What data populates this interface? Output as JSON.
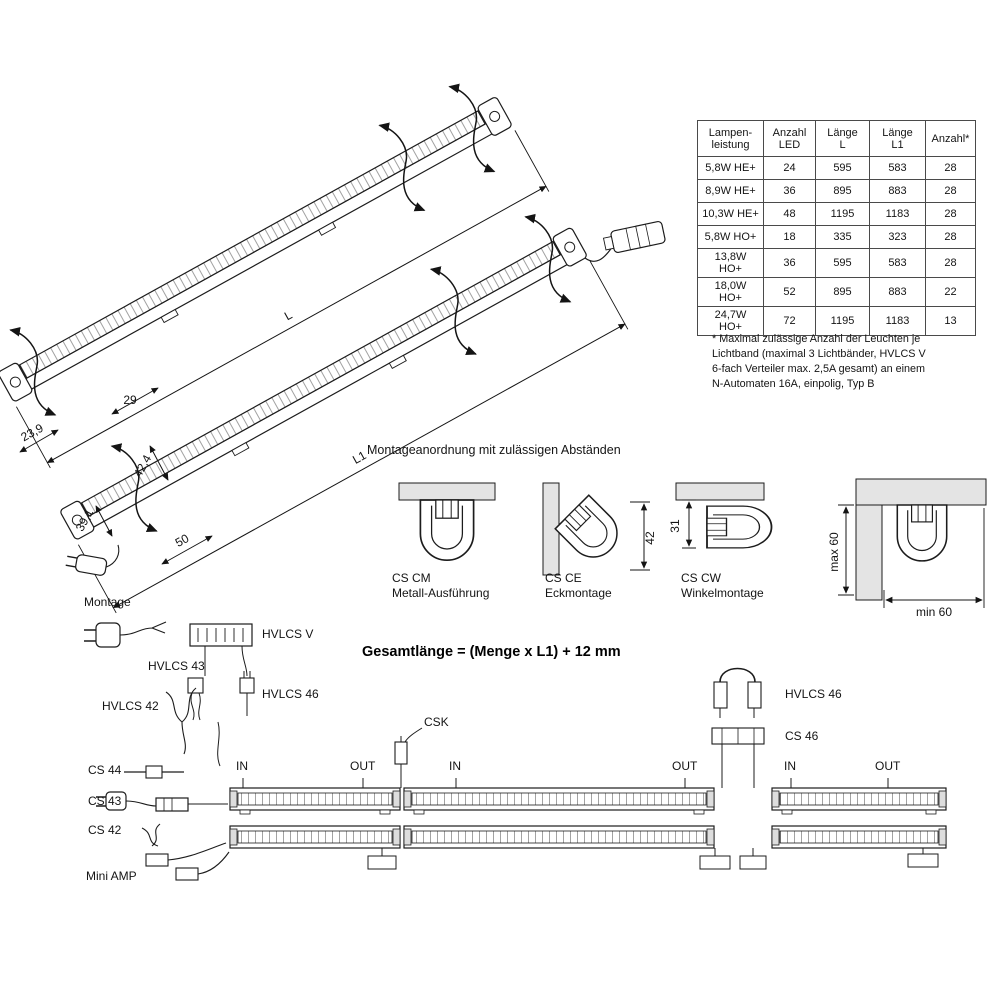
{
  "table": {
    "headers": [
      "Lampen-\nleistung",
      "Anzahl\nLED",
      "Länge\nL",
      "Länge\nL1",
      "Anzahl*"
    ],
    "rows": [
      [
        "5,8W HE+",
        "24",
        "595",
        "583",
        "28"
      ],
      [
        "8,9W HE+",
        "36",
        "895",
        "883",
        "28"
      ],
      [
        "10,3W HE+",
        "48",
        "1195",
        "1183",
        "28"
      ],
      [
        "5,8W HO+",
        "18",
        "335",
        "323",
        "28"
      ],
      [
        "13,8W HO+",
        "36",
        "595",
        "583",
        "28"
      ],
      [
        "18,0W HO+",
        "52",
        "895",
        "883",
        "22"
      ],
      [
        "24,7W HO+",
        "72",
        "1195",
        "1183",
        "13"
      ]
    ],
    "footnote": "* Maximal zulässige Anzahl der Leuchten je\nLichtband (maximal 3 Lichtbänder, HVLCS V\n6-fach Verteiler max. 2,5A gesamt) an einem\nN-Automaten 16A, einpolig, Typ B"
  },
  "iso_dims": {
    "L": "L",
    "L1": "L1",
    "d29": "29",
    "d23_9": "23,9",
    "d42_4": "42,4",
    "d39_1": "39,1",
    "d50": "50"
  },
  "mounting": {
    "title": "Montageanordnung mit zulässigen Abständen",
    "cm_code": "CS CM",
    "cm_desc": "Metall-Ausführung",
    "ce_code": "CS CE",
    "ce_desc": "Eckmontage",
    "ce_dim": "42",
    "cw_code": "CS CW",
    "cw_desc": "Winkelmontage",
    "cw_dim": "31",
    "dist_max": "max 60",
    "dist_min": "min 60"
  },
  "montage": {
    "section_label": "Montage",
    "formula": "Gesamtlänge = (Menge x L1) + 12 mm",
    "hvlcs_v": "HVLCS V",
    "hvlcs_43": "HVLCS 43",
    "hvlcs_42": "HVLCS 42",
    "hvlcs_46_left": "HVLCS 46",
    "cs_44": "CS 44",
    "cs_43": "CS 43",
    "cs_42": "CS 42",
    "mini_amp": "Mini AMP",
    "csk": "CSK",
    "hvlcs_46_right": "HVLCS 46",
    "cs_46": "CS 46",
    "io": [
      "IN",
      "OUT",
      "IN",
      "OUT",
      "IN",
      "OUT"
    ]
  }
}
